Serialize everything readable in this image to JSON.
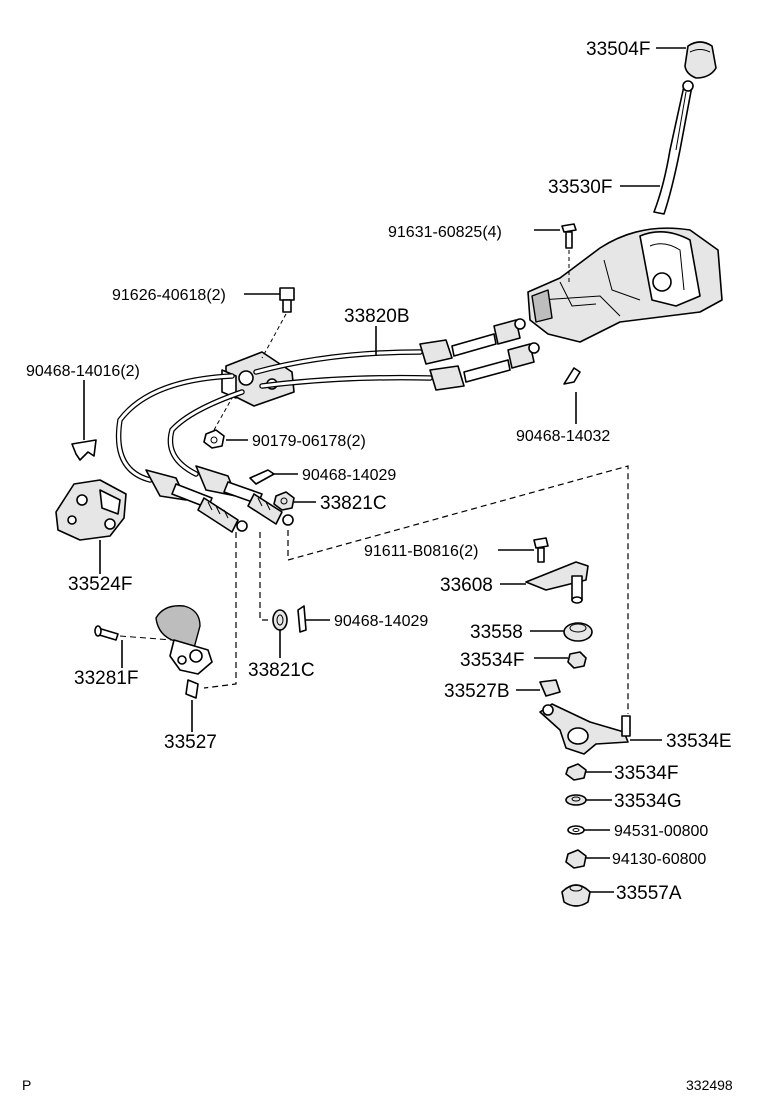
{
  "labels": {
    "knob": "33504F",
    "lever": "33530F",
    "bolt_top": "91631-60825(4)",
    "bolt_left": "91626-40618(2)",
    "cable_assy": "33820B",
    "clip_left": "90468-14016(2)",
    "clip_right": "90468-14032",
    "nut_bracket": "90179-06178(2)",
    "clip_mid1": "90468-14029",
    "bushing_1": "33821C",
    "bolt_mid": "91611-B0816(2)",
    "shift_arm": "33608",
    "bracket": "33524F",
    "bushing_a": "33558",
    "bushing_b": "33534F",
    "pin": "33281F",
    "clip_mid2": "90468-14029",
    "bushing_2": "33821C",
    "bushing_c": "33527B",
    "lever_arm": "33534E",
    "selector": "33527",
    "bushing_d": "33534F",
    "bushing_e": "33534G",
    "washer": "94531-00800",
    "nut": "94130-60800",
    "bushing_f": "33557A"
  },
  "footer": {
    "left": "P",
    "right": "332498"
  }
}
